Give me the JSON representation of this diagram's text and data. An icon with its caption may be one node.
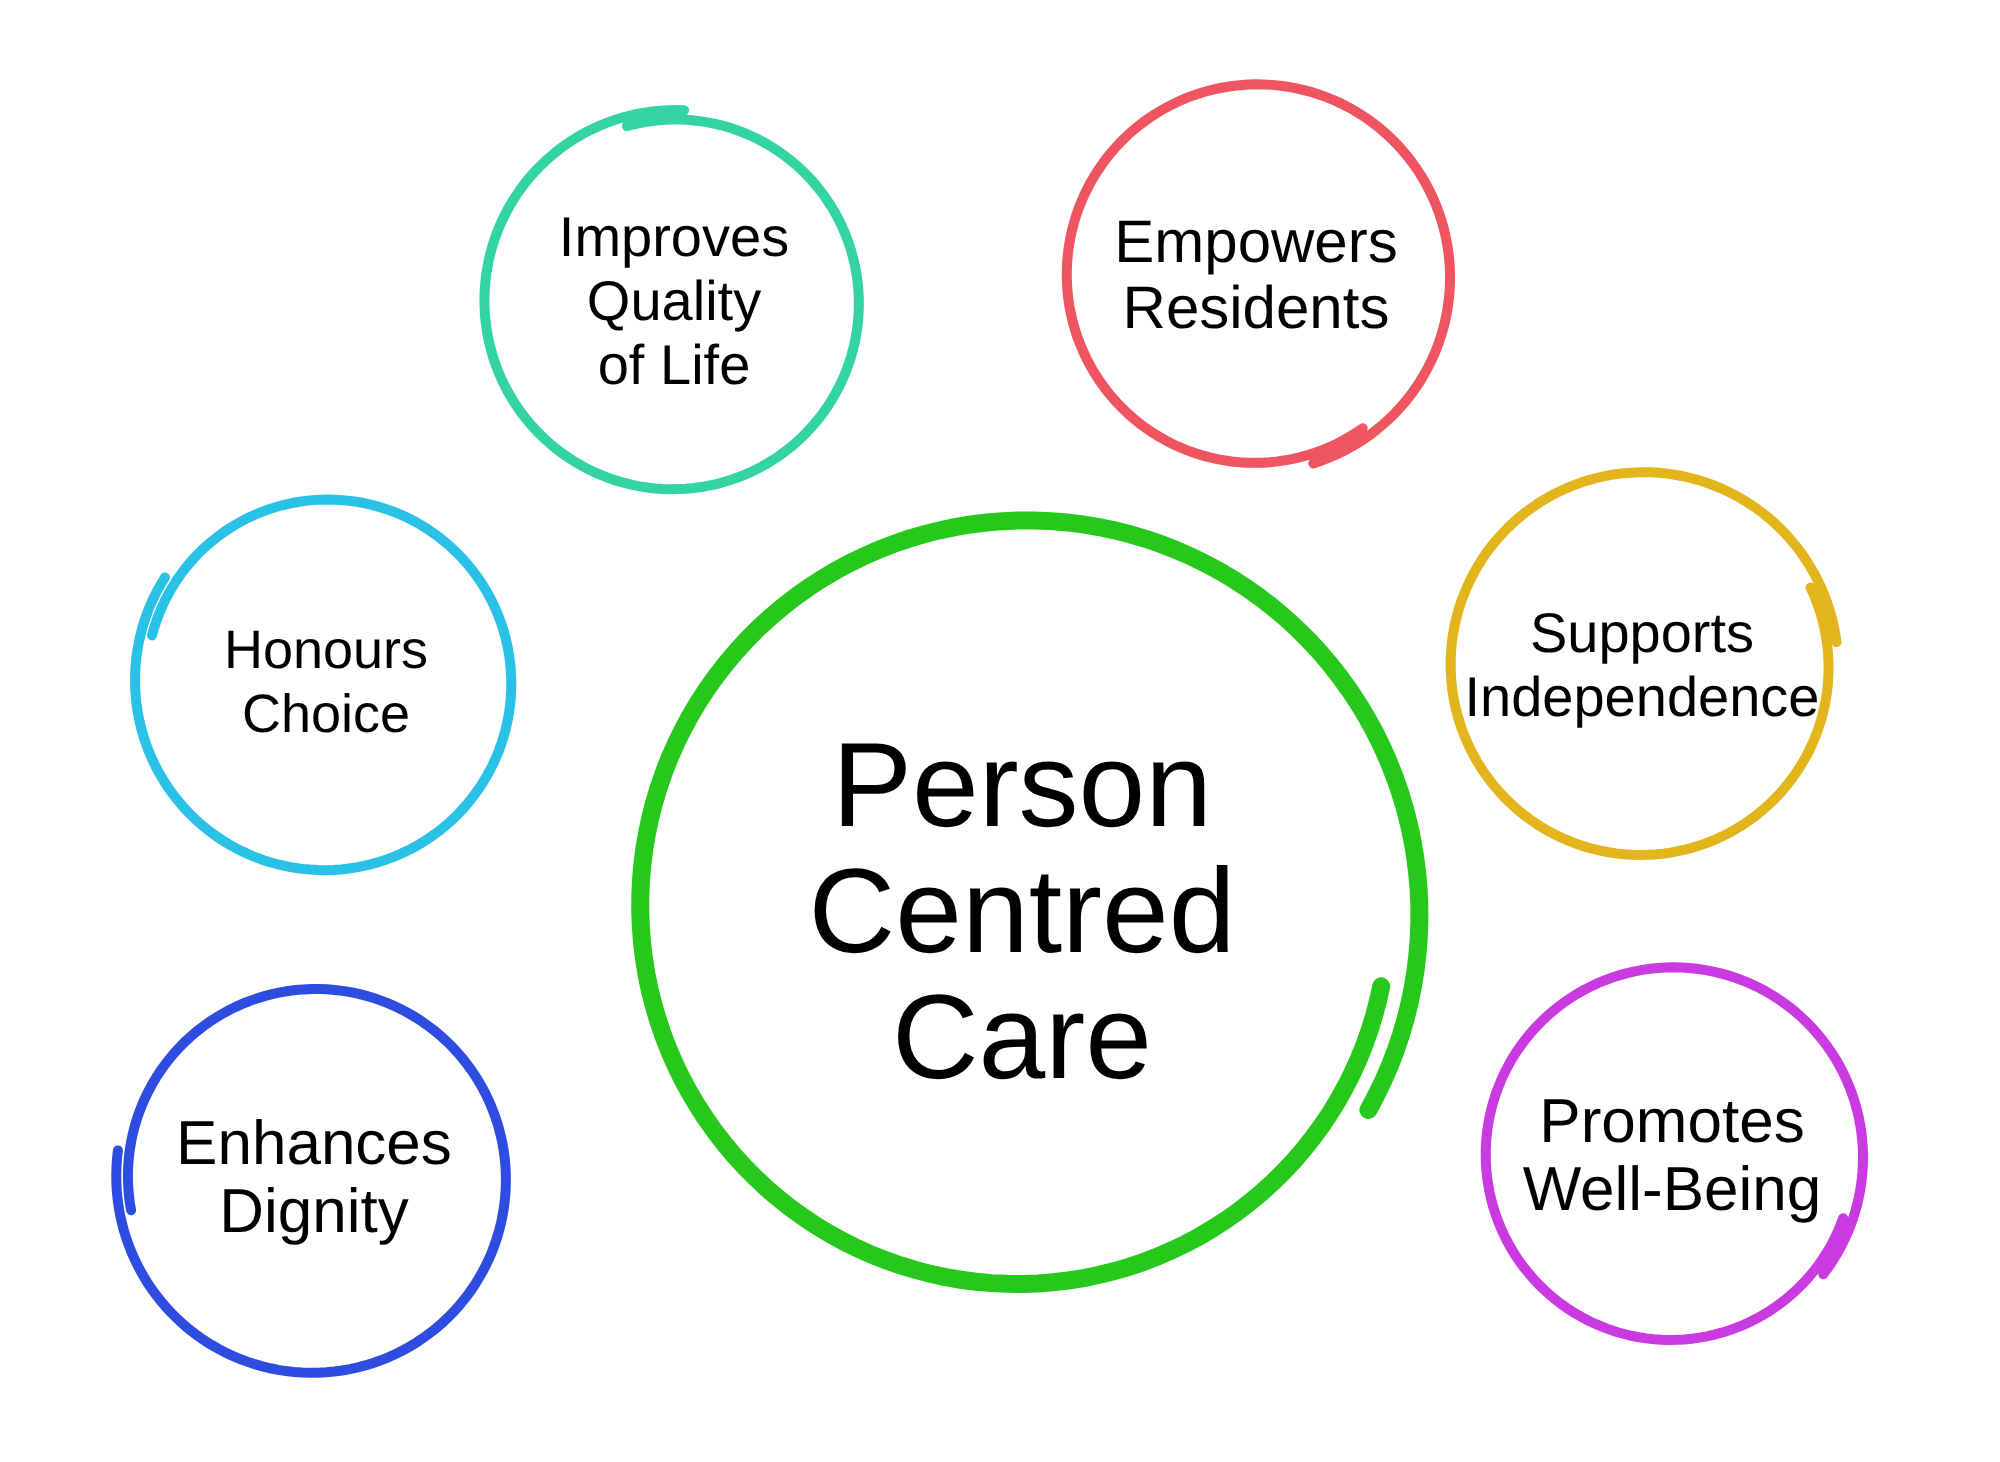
{
  "diagram": {
    "nodes": [
      {
        "text": [
          "Improves Quality of Life"
        ]
      },
      {
        "text": [
          "Empowers Residents"
        ]
      },
      {
        "text": [
          "Honours Choice"
        ]
      },
      {
        "text": [
          "Supports Independence"
        ]
      },
      {
        "text": [
          "Person Centred Care"
        ]
      },
      {
        "text": [
          "Enhances Dignity"
        ]
      },
      {
        "text": [
          "Promotes Well-Being"
        ]
      }
    ]
  }
}
